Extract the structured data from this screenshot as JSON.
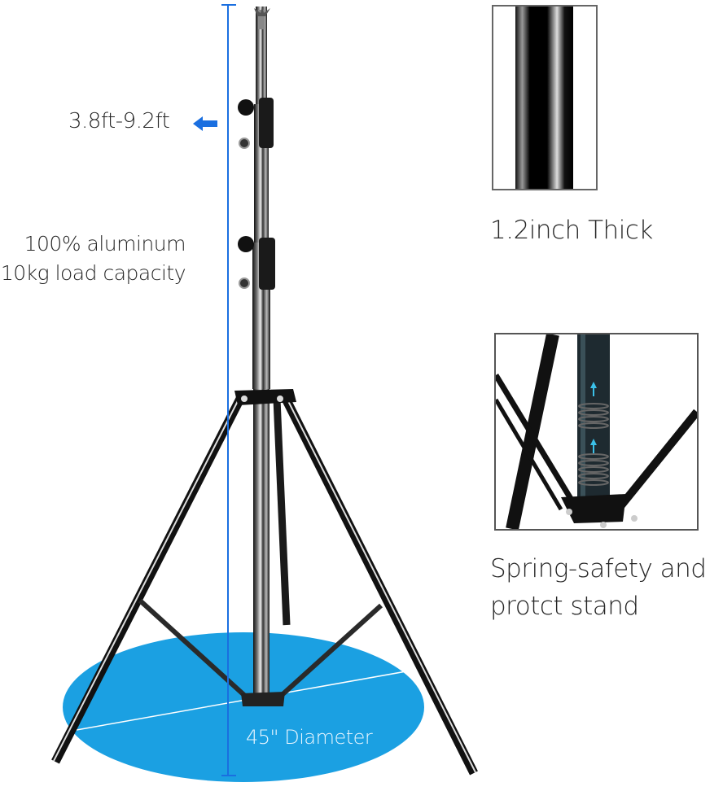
{
  "product": {
    "name": "Light stand",
    "height_label": "3.8ft-9.2ft",
    "material_lines": [
      "100% aluminum",
      "10kg load capacity"
    ],
    "tube_label": "1.2inch Thick",
    "spring_lines": [
      "Spring-safety and",
      "protct stand"
    ],
    "base_label": "45\"  Diameter"
  },
  "icons": {
    "height_arrow": "left-arrow",
    "height_marker": "vertical-dimension-line",
    "base_marker": "diameter-line"
  },
  "colors": {
    "accent_blue": "#1a6fe0",
    "base_disc": "#1ba0e2",
    "text": "#262626",
    "frame": "#666666"
  }
}
